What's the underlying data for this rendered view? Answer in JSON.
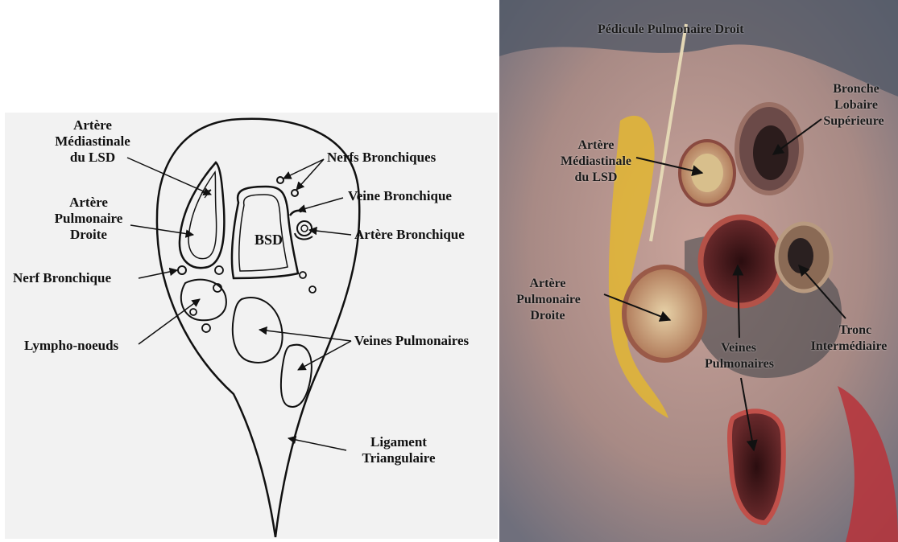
{
  "schematic": {
    "labels": {
      "art_med_1": "Artère",
      "art_med_2": "Médiastinale",
      "art_med_3": "du LSD",
      "art_pul_1": "Artère",
      "art_pul_2": "Pulmonaire",
      "art_pul_3": "Droite",
      "nerf_bronchique": "Nerf Bronchique",
      "lympho": "Lympho-noeuds",
      "nerfs_bronchiques": "Nerfs Bronchiques",
      "veine_bronchique": "Veine Bronchique",
      "artere_bronchique": "Artère Bronchique",
      "veines_pulmonaires": "Veines Pulmonaires",
      "ligament_1": "Ligament",
      "ligament_2": "Triangulaire",
      "bsd": "BSD"
    }
  },
  "photo": {
    "labels": {
      "pedicule": "Pédicule Pulmonaire Droit",
      "bronche_1": "Bronche",
      "bronche_2": "Lobaire",
      "bronche_3": "Supérieure",
      "art_med_1": "Artère",
      "art_med_2": "Médiastinale",
      "art_med_3": "du LSD",
      "art_pul_1": "Artère",
      "art_pul_2": "Pulmonaire",
      "art_pul_3": "Droite",
      "veines_1": "Veines",
      "veines_2": "Pulmonaires",
      "tronc_1": "Tronc",
      "tronc_2": "Intermédiaire"
    }
  },
  "colors": {
    "paper": "#f2f2f2",
    "ink": "#111111",
    "tissue": "#b98f86",
    "fat": "#e2b632",
    "anthracosis": "#3a4045",
    "vessel_lumen": "#4a1a1c"
  }
}
